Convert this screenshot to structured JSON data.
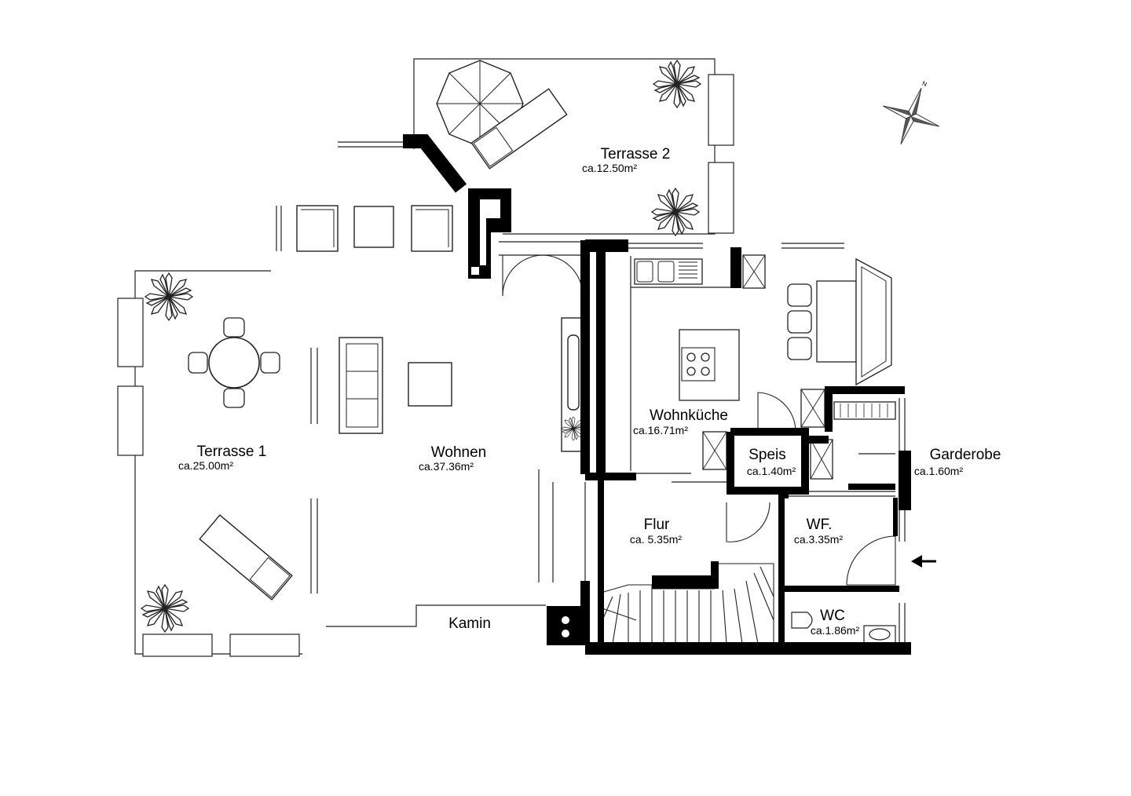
{
  "rooms": {
    "terrasse2": {
      "name": "Terrasse 2",
      "area": "ca.12.50m²"
    },
    "terrasse1": {
      "name": "Terrasse 1",
      "area": "ca.25.00m²"
    },
    "wohnen": {
      "name": "Wohnen",
      "area": "ca.37.36m²"
    },
    "wohnkueche": {
      "name": "Wohnküche",
      "area": "ca.16.71m²"
    },
    "speis": {
      "name": "Speis",
      "area": "ca.1.40m²"
    },
    "garderobe": {
      "name": "Garderobe",
      "area": "ca.1.60m²"
    },
    "flur": {
      "name": "Flur",
      "area": "ca. 5.35m²"
    },
    "wf": {
      "name": "WF.",
      "area": "ca.3.35m²"
    },
    "wc": {
      "name": "WC",
      "area": "ca.1.86m²"
    },
    "kamin": {
      "name": "Kamin"
    }
  },
  "compass": {
    "north_label": "N"
  },
  "colors": {
    "wall": "#000000",
    "line": "#222222",
    "background": "#ffffff"
  },
  "icons": [
    "compass-rose-icon",
    "plant-icon",
    "entrance-arrow-icon",
    "stove-icon",
    "sink-icon",
    "toilet-icon",
    "umbrella-icon"
  ]
}
